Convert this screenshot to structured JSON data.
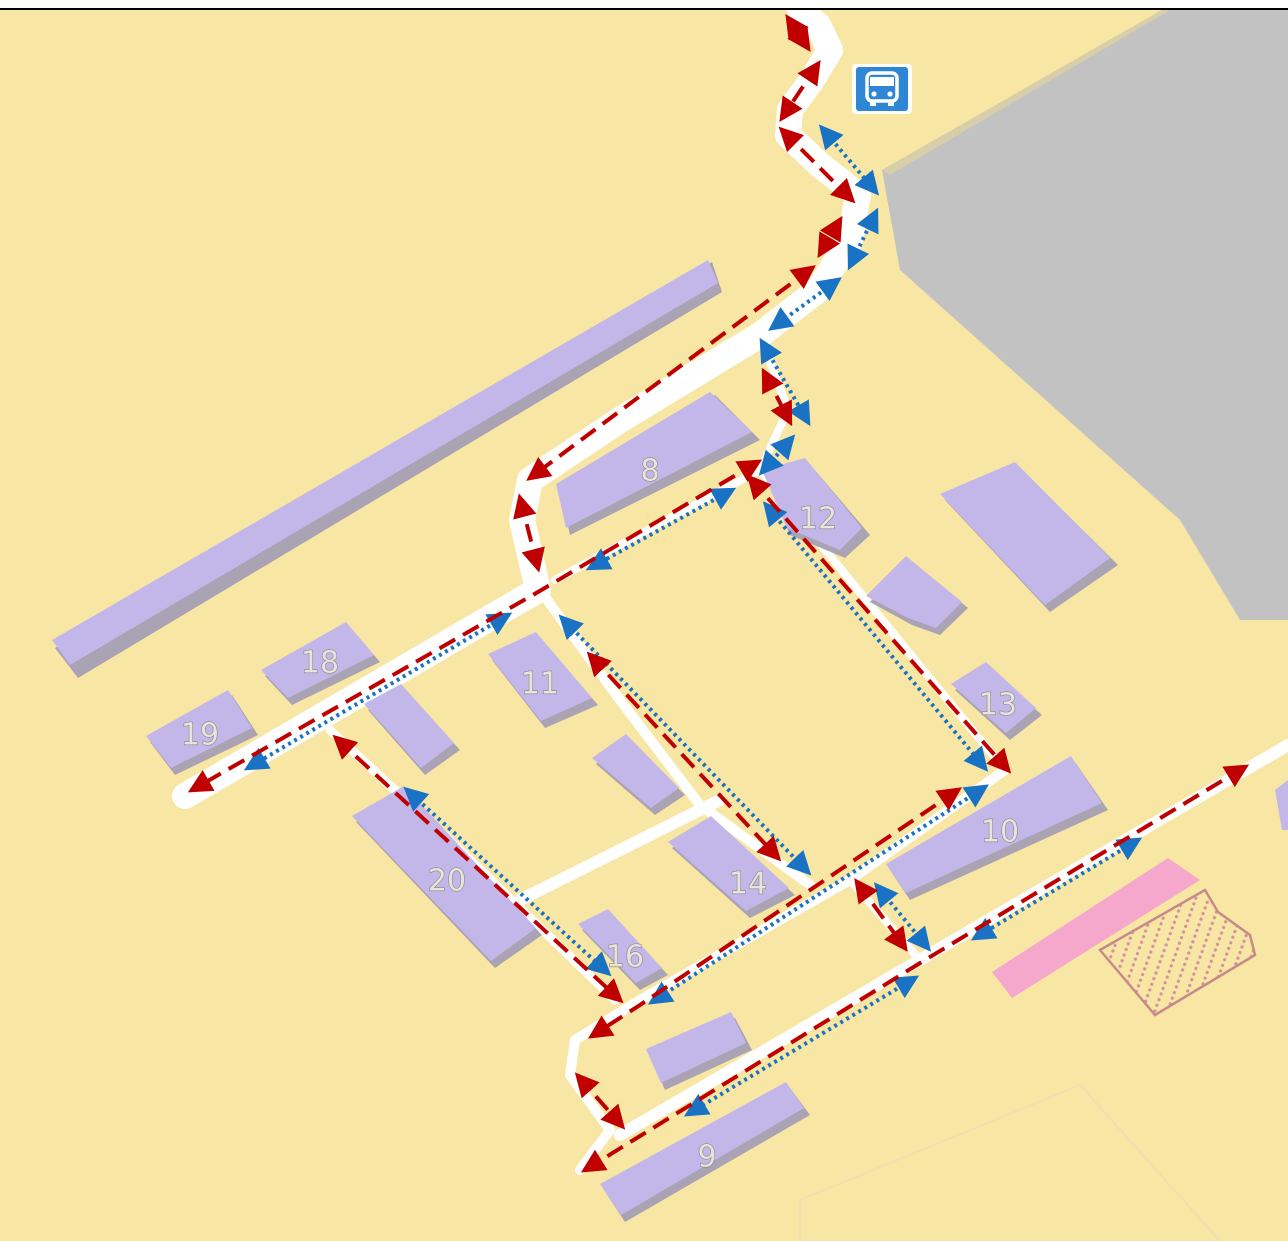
{
  "header": {
    "title": ""
  },
  "bus_stop": {
    "icon": "bus-stop-icon",
    "color": "#2f86d6"
  },
  "buildings": [
    {
      "id": "8",
      "label": "8"
    },
    {
      "id": "9",
      "label": "9"
    },
    {
      "id": "10",
      "label": "10"
    },
    {
      "id": "11",
      "label": "11"
    },
    {
      "id": "12",
      "label": "12"
    },
    {
      "id": "13",
      "label": "13"
    },
    {
      "id": "14",
      "label": "14"
    },
    {
      "id": "16",
      "label": "16"
    },
    {
      "id": "18",
      "label": "18"
    },
    {
      "id": "19",
      "label": "19"
    },
    {
      "id": "20",
      "label": "20"
    }
  ],
  "colors": {
    "ground": "#f8e6a4",
    "parking": "#c2c2c2",
    "building": "#c3b7ea",
    "building_shadow": "#a9a3b3",
    "walkway": "#ffffff",
    "special_zone": "#f6a8cc",
    "route_dashed": "#c00000",
    "route_dotted": "#1a72c4",
    "frame": "#000000"
  },
  "legend_routes": [
    {
      "style": "dashed",
      "color": "#c00000"
    },
    {
      "style": "dotted",
      "color": "#1a72c4"
    }
  ]
}
